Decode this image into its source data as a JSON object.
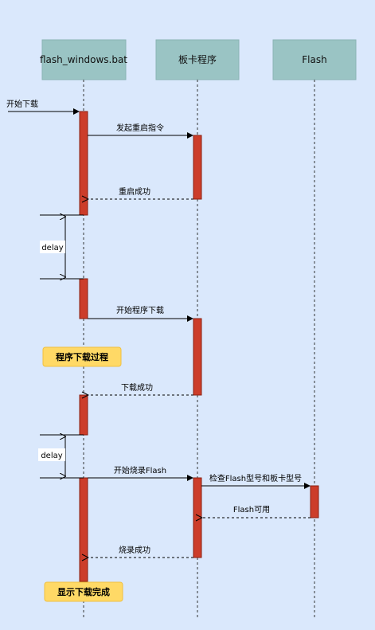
{
  "participants": [
    {
      "id": "bat",
      "label": "flash_windows.bat"
    },
    {
      "id": "board",
      "label": "板卡程序"
    },
    {
      "id": "flash",
      "label": "Flash"
    }
  ],
  "messages": {
    "start_download": "开始下载",
    "send_restart": "发起重启指令",
    "restart_ok": "重启成功",
    "delay1": "delay",
    "start_program_download": "开始程序下载",
    "download_ok": "下载成功",
    "delay2": "delay",
    "start_burn_flash": "开始烧录Flash",
    "check_model": "检查Flash型号和板卡型号",
    "flash_available": "Flash可用",
    "burn_ok": "烧录成功"
  },
  "notes": {
    "program_download": "程序下载过程",
    "show_complete": "显示下载完成"
  },
  "colors": {
    "background": "#dae8fc",
    "header_fill": "#9ac4c4",
    "activation": "#cc3d2a",
    "note_fill": "#ffd966"
  }
}
